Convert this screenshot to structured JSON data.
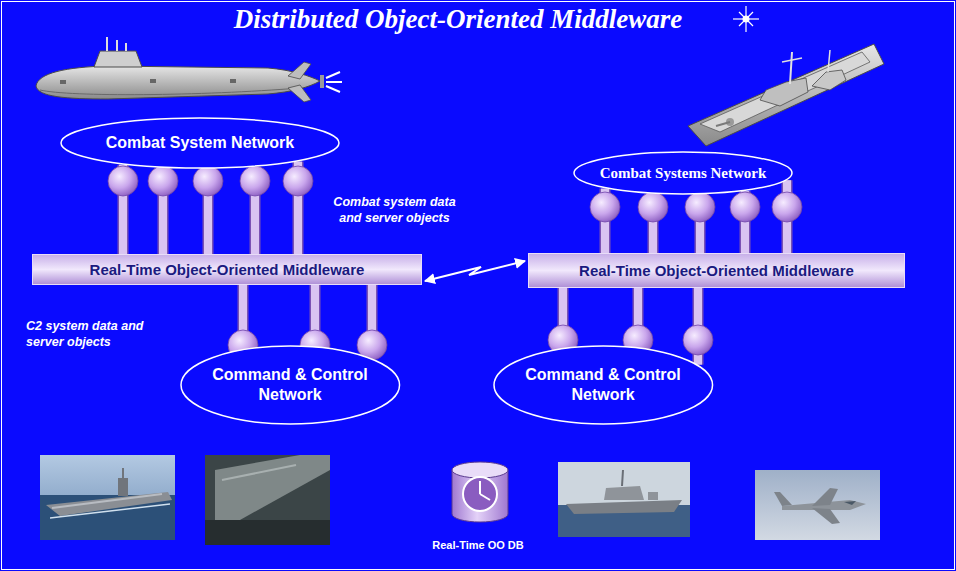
{
  "diagram": {
    "title": "Distributed Object-Oriented Middleware",
    "nodes": [
      {
        "text": [
          "Combat System Network"
        ]
      },
      {
        "text": [
          "Real-Time Object-Oriented Middleware"
        ]
      },
      {
        "text": [
          "Command & Control Network"
        ]
      },
      {
        "text": [
          "Combat Systems Network"
        ]
      },
      {
        "text": [
          "Real-Time Object-Oriented Middleware"
        ]
      },
      {
        "text": [
          "Command & Control Network"
        ]
      }
    ],
    "edges": [
      {
        "from": 0,
        "to": 1,
        "arrow": "none"
      },
      {
        "from": 0,
        "to": 1,
        "arrow": "none"
      },
      {
        "from": 0,
        "to": 1,
        "arrow": "none"
      },
      {
        "from": 0,
        "to": 1,
        "arrow": "none"
      },
      {
        "from": 0,
        "to": 1,
        "arrow": "none"
      },
      {
        "from": 1,
        "to": 2,
        "arrow": "none"
      },
      {
        "from": 1,
        "to": 2,
        "arrow": "none"
      },
      {
        "from": 1,
        "to": 2,
        "arrow": "none"
      },
      {
        "from": 3,
        "to": 4,
        "arrow": "none"
      },
      {
        "from": 3,
        "to": 4,
        "arrow": "none"
      },
      {
        "from": 3,
        "to": 4,
        "arrow": "none"
      },
      {
        "from": 3,
        "to": 4,
        "arrow": "none"
      },
      {
        "from": 3,
        "to": 4,
        "arrow": "none"
      },
      {
        "from": 4,
        "to": 5,
        "arrow": "none"
      },
      {
        "from": 4,
        "to": 5,
        "arrow": "none"
      },
      {
        "from": 4,
        "to": 5,
        "arrow": "none"
      },
      {
        "from": 1,
        "to": 4,
        "arrow": "both"
      }
    ],
    "labels": [
      "Combat system data and server objects",
      "C2 system data and server objects",
      "Real-Time OO DB"
    ]
  }
}
